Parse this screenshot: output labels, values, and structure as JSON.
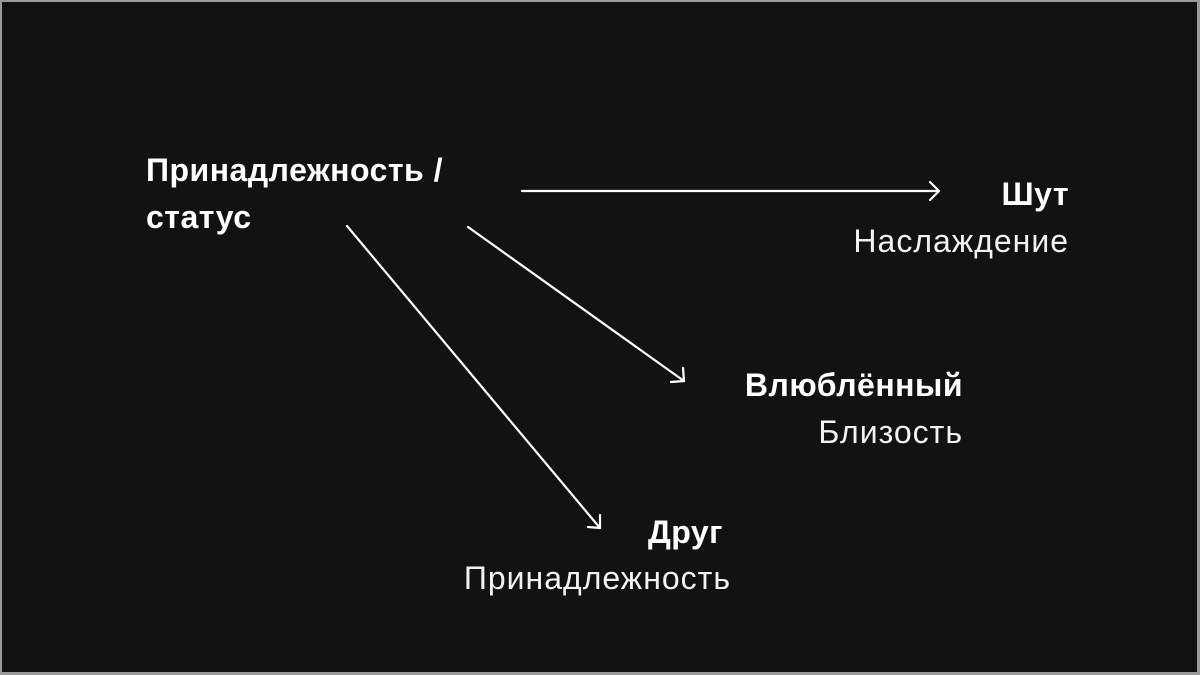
{
  "slide": {
    "background": "#121212",
    "foreground": "#ffffff",
    "source": {
      "title_line1": "Принадлежность /",
      "title_line2": "статус"
    },
    "targets": [
      {
        "title": "Шут",
        "subtitle": "Наслаждение"
      },
      {
        "title": "Влюблённый",
        "subtitle": "Близость"
      },
      {
        "title": "Друг",
        "subtitle": "Принадлежность"
      }
    ],
    "arrows": [
      {
        "from": "source",
        "to": "Шут"
      },
      {
        "from": "source",
        "to": "Влюблённый"
      },
      {
        "from": "source",
        "to": "Друг"
      }
    ]
  }
}
